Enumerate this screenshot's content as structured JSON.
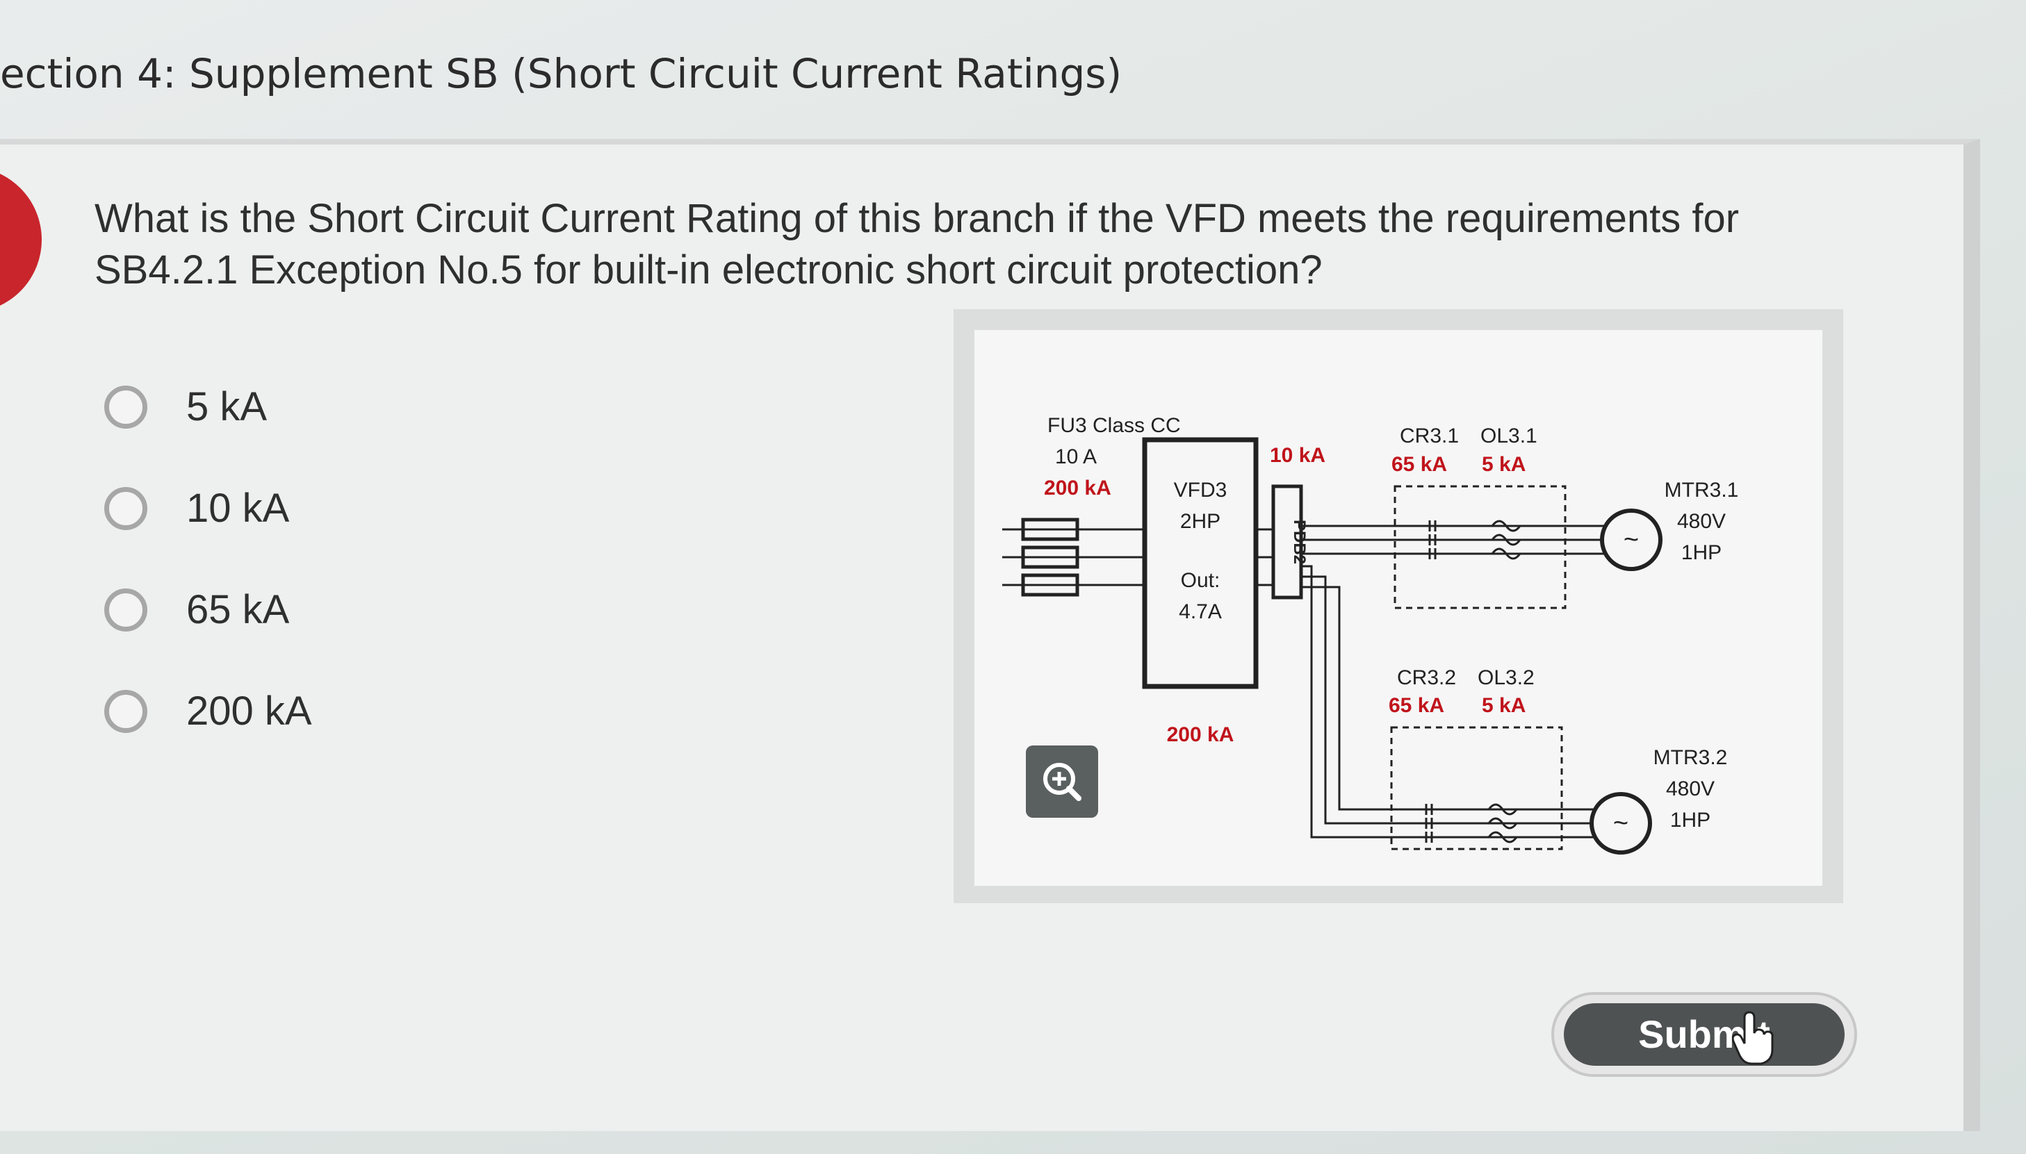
{
  "section": {
    "title": "ection 4: Supplement SB (Short Circuit Current Ratings)"
  },
  "question": {
    "text": "What is the Short Circuit Current Rating of this branch if the VFD meets the requirements for SB4.2.1 Exception No.5 for built-in electronic short circuit protection?"
  },
  "options": [
    {
      "label": "5 kA"
    },
    {
      "label": "10 kA"
    },
    {
      "label": "65 kA"
    },
    {
      "label": "200 kA"
    }
  ],
  "diagram": {
    "fuse": {
      "name": "FU3 Class CC",
      "rating": "10 A",
      "sccr": "200 kA"
    },
    "vfd": {
      "name": "VFD3",
      "hp": "2HP",
      "out_label": "Out:",
      "out_value": "4.7A",
      "sccr": "200 kA"
    },
    "pdb": {
      "name": "PDB2",
      "sccr": "10 kA"
    },
    "branch1": {
      "cr": "CR3.1",
      "ol": "OL3.1",
      "cr_sccr": "65 kA",
      "ol_sccr": "5 kA",
      "motor": "MTR3.1",
      "voltage": "480V",
      "hp": "1HP"
    },
    "branch2": {
      "cr": "CR3.2",
      "ol": "OL3.2",
      "cr_sccr": "65 kA",
      "ol_sccr": "5 kA",
      "motor": "MTR3.2",
      "voltage": "480V",
      "hp": "1HP"
    },
    "motor_symbol": "~"
  },
  "submit": {
    "label": "Submit"
  },
  "colors": {
    "accent_red": "#c9252c",
    "rating_red": "#c0141b",
    "button_dark": "#4f5252"
  }
}
